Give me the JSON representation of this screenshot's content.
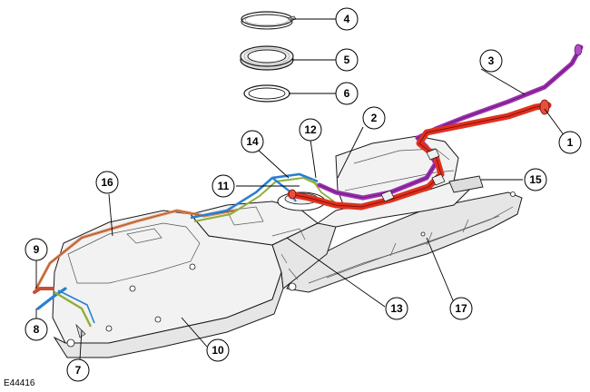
{
  "figure_code": "E44416",
  "colors": {
    "filler_pipe_red": "#e0301e",
    "vent_pipe_purple": "#9b2fae",
    "fuel_line_blue": "#2a7fd0",
    "fuel_line_green": "#8fae3a",
    "pipe_orange": "#e08a5a",
    "tank_fill": "#f2f2f2",
    "outline": "#1a1a1a"
  },
  "callouts": [
    {
      "id": "callout-1",
      "label": "1"
    },
    {
      "id": "callout-2",
      "label": "2"
    },
    {
      "id": "callout-3",
      "label": "3"
    },
    {
      "id": "callout-4",
      "label": "4"
    },
    {
      "id": "callout-5",
      "label": "5"
    },
    {
      "id": "callout-6",
      "label": "6"
    },
    {
      "id": "callout-7",
      "label": "7"
    },
    {
      "id": "callout-8",
      "label": "8"
    },
    {
      "id": "callout-9",
      "label": "9"
    },
    {
      "id": "callout-10",
      "label": "10"
    },
    {
      "id": "callout-11",
      "label": "11"
    },
    {
      "id": "callout-12",
      "label": "12"
    },
    {
      "id": "callout-13",
      "label": "13"
    },
    {
      "id": "callout-14",
      "label": "14"
    },
    {
      "id": "callout-15",
      "label": "15"
    },
    {
      "id": "callout-16",
      "label": "16"
    },
    {
      "id": "callout-17",
      "label": "17"
    }
  ]
}
